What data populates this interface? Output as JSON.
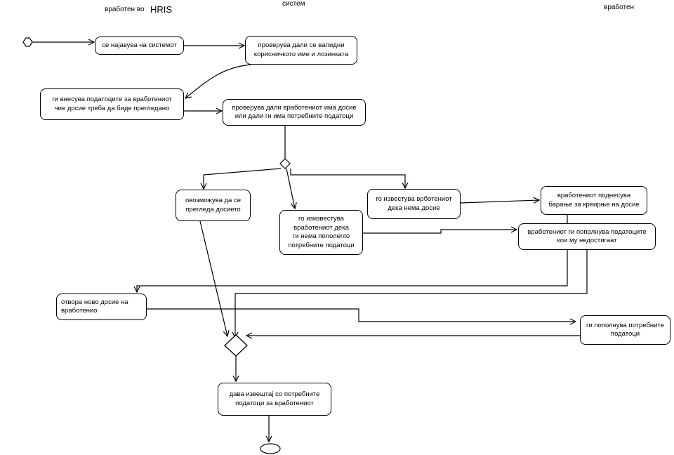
{
  "lanes": {
    "employee_in": "вработен во",
    "hris": "HRIS",
    "system": "систем",
    "employee": "вработен"
  },
  "activities": {
    "login": "се најавува на системот",
    "validate": "проверува дали се валидни\nкорисничкото име и лозинката",
    "enter_data": "ги внесува податоците за вработениот\nчие досие треба да биде прегледано",
    "check_dossier": "проверува дали вработениот има досие\nили дали   ги има потребните податоци",
    "allow_view": "овозможува да се\nпрегледа досието",
    "notify_missing_data": "го изизвестува\nвработениот дека\nги нема поnолento\nпотребните податоци",
    "notify_no_dossier": "го известува врботениот\nдека нема досие",
    "submit_request": "вработениот поднесува\nбарање за креирње на досие",
    "fill_missing": "вработениот ги пополнува податоците\nкои му недостигаат",
    "open_new_dossier": "отвора ново досие на\nвработенио",
    "fill_required": "ги пополнува потребните\nподатоци",
    "report": "дава извештај со потребните\nподатоци за вработениот"
  },
  "colors": {
    "line": "#000000",
    "background": "#ffffff"
  }
}
